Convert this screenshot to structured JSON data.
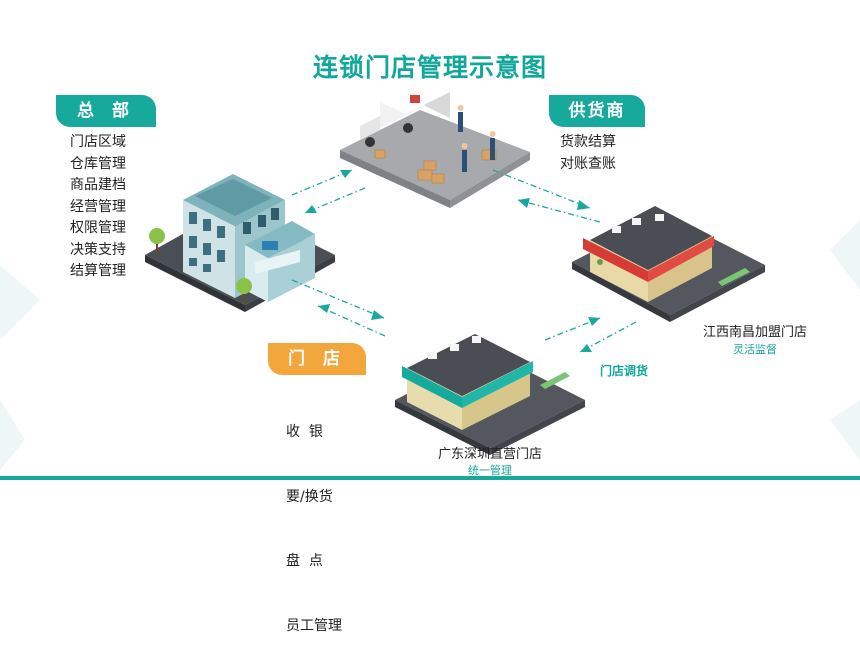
{
  "title": "连锁门店管理示意图",
  "headquarters": {
    "label": "总 部",
    "items": [
      "门店区域",
      "仓库管理",
      "商品建档",
      "经营管理",
      "权限管理",
      "决策支持",
      "结算管理"
    ]
  },
  "supplier": {
    "label": "供货商",
    "items": [
      "货款结算",
      "对账查账"
    ]
  },
  "store": {
    "label": "门 店",
    "items": [
      "收  银",
      "要/换货",
      "盘  点",
      "员工管理"
    ]
  },
  "franchise_store": {
    "name": "江西南昌加盟门店",
    "note": "灵活监督"
  },
  "direct_store": {
    "name": "广东深圳直营门店",
    "note": "统一管理"
  },
  "transfer_label": "门店调货",
  "colors": {
    "accent": "#17a99c",
    "orange": "#f2a63b",
    "arrow": "#1aa89c"
  }
}
